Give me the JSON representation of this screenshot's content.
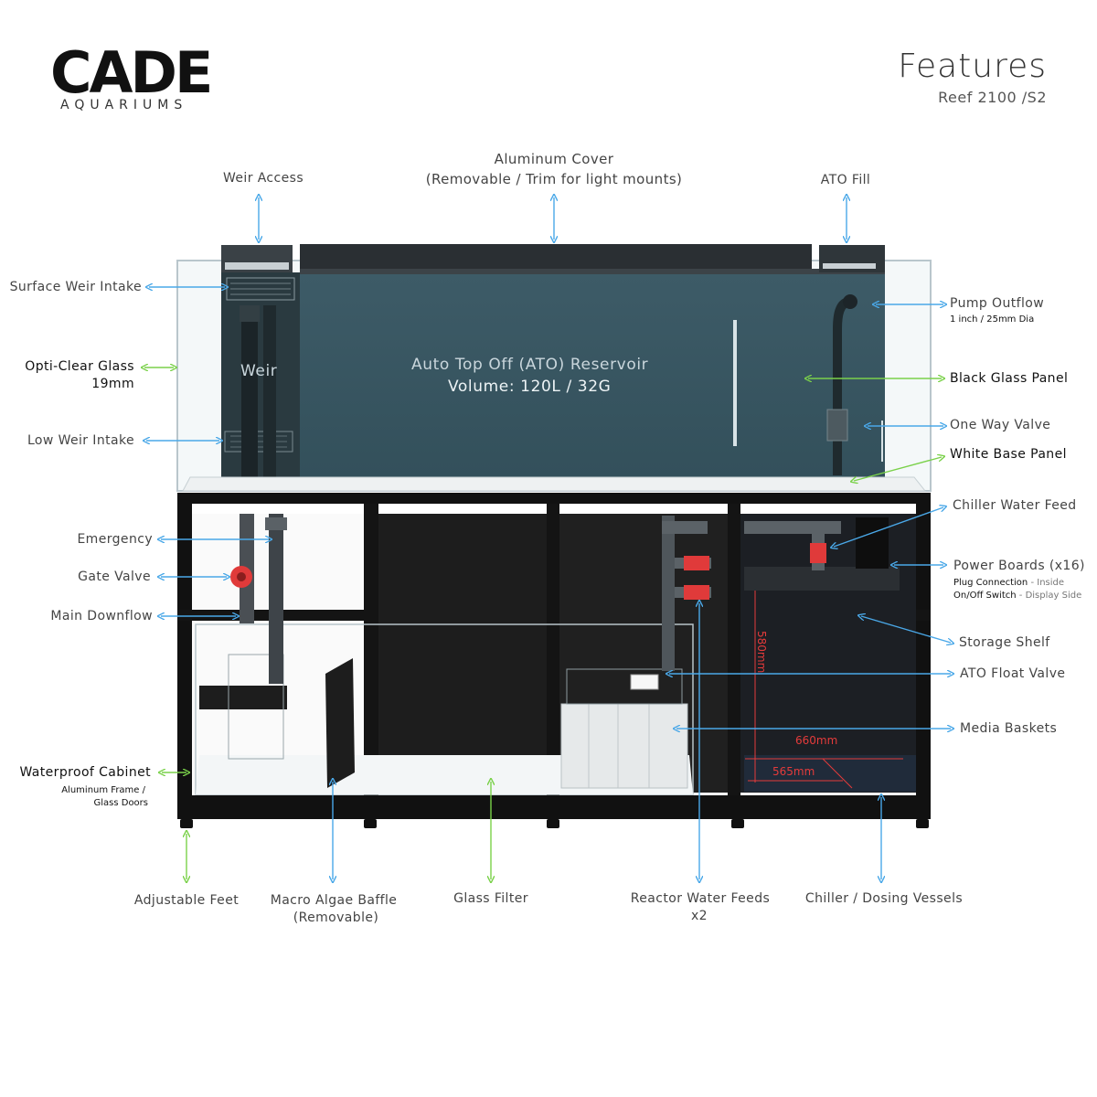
{
  "brand": {
    "name": "CADE",
    "tagline": "AQUARIUMS"
  },
  "header": {
    "title": "Features",
    "model": "Reef 2100 /S2"
  },
  "colors": {
    "arrow_blue": "#4aa8e8",
    "arrow_green": "#7ad14a",
    "dimension_red": "#e53b3b",
    "tank_water": "#37535f"
  },
  "tank": {
    "weir_label": "Weir",
    "reservoir_title": "Auto Top Off (ATO) Reservoir",
    "reservoir_volume": "Volume: 120L / 32G"
  },
  "dimensions": {
    "height": "580mm",
    "width": "660mm",
    "depth": "565mm"
  },
  "callouts": {
    "weir_access": "Weir Access",
    "aluminum_cover": "Aluminum Cover",
    "aluminum_cover_note": "(Removable / Trim for light mounts)",
    "ato_fill": "ATO Fill",
    "surface_weir_intake": "Surface Weir Intake",
    "opti_clear_glass": "Opti-Clear Glass",
    "opti_clear_glass_note": "19mm",
    "low_weir_intake": "Low Weir Intake",
    "pump_outflow": "Pump Outflow",
    "pump_outflow_note": "1 inch / 25mm Dia",
    "black_glass_panel": "Black Glass Panel",
    "one_way_valve": "One Way Valve",
    "white_base_panel": "White Base Panel",
    "chiller_water_feed": "Chiller Water Feed",
    "emergency": "Emergency",
    "gate_valve": "Gate Valve",
    "main_downflow": "Main Downflow",
    "power_boards": "Power Boards (x16)",
    "plug_connection": "Plug Connection",
    "plug_connection_note": "- Inside",
    "onoff_switch": "On/Off Switch",
    "onoff_switch_note": "- Display Side",
    "storage_shelf": "Storage Shelf",
    "ato_float_valve": "ATO Float Valve",
    "media_baskets": "Media Baskets",
    "waterproof_cabinet": "Waterproof Cabinet",
    "waterproof_cabinet_note1": "Aluminum Frame /",
    "waterproof_cabinet_note2": "Glass Doors",
    "adjustable_feet": "Adjustable Feet",
    "macro_algae_baffle": "Macro Algae Baffle",
    "macro_algae_baffle_note": "(Removable)",
    "glass_filter": "Glass Filter",
    "reactor_water_feeds": "Reactor Water Feeds",
    "reactor_water_feeds_note": "x2",
    "chiller_dosing_vessels": "Chiller / Dosing Vessels"
  }
}
